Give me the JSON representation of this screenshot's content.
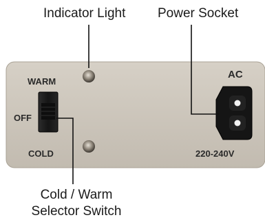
{
  "callouts": {
    "indicator_light": "Indicator Light",
    "power_socket": "Power Socket",
    "switch_line1": "Cold / Warm",
    "switch_line2": "Selector Switch"
  },
  "panel": {
    "warm": "WARM",
    "off": "OFF",
    "cold": "COLD",
    "ac": "AC",
    "voltage": "220-240V"
  },
  "colors": {
    "panel": "#cdc6bb",
    "switch": "#1c1c1c",
    "socket": "#151515",
    "leader_line": "#111111"
  }
}
